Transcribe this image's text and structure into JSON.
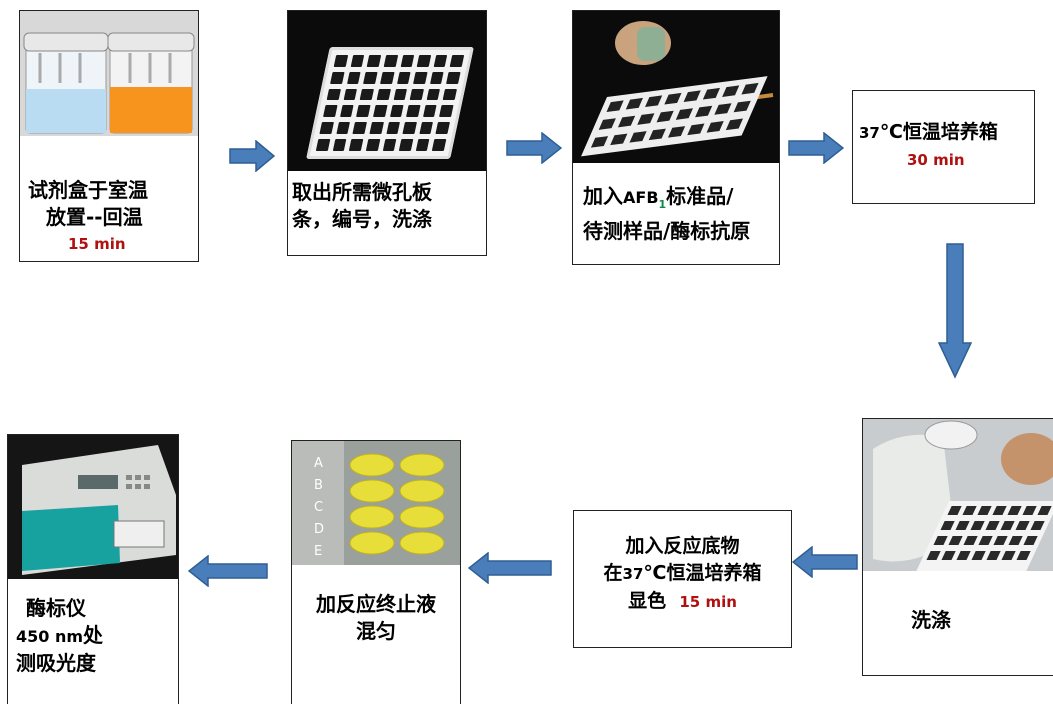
{
  "steps": [
    {
      "id": "s1",
      "line1": "试剂盒于室温",
      "line2": "放置--回温",
      "time": "15 min",
      "icon": "reagent-jars-photo"
    },
    {
      "id": "s2",
      "line1": "取出所需微孔板",
      "line2": "条，编号，洗涤",
      "icon": "microplate-photo"
    },
    {
      "id": "s3",
      "line1_pre": "加入",
      "line1_code": "AFB",
      "line1_sub": "1",
      "line1_post": "标准品/",
      "line2": "待测样品/酶标抗原",
      "icon": "pipetting-photo"
    },
    {
      "id": "s4",
      "temp": "37",
      "unit": "℃",
      "label": "恒温培养箱",
      "time": "30  min"
    },
    {
      "id": "s5",
      "label": "洗涤",
      "icon": "washing-bottle-photo"
    },
    {
      "id": "s6",
      "line1": "加入反应底物",
      "line2_pre": "在",
      "temp": "37",
      "unit": "℃",
      "line2_post": "恒温培养箱",
      "line3": "显色",
      "time": "15 min"
    },
    {
      "id": "s7",
      "line1": "加反应终止液",
      "line2": "混匀",
      "icon": "yellow-wells-photo",
      "well_letters": [
        "A",
        "B",
        "C",
        "D",
        "E"
      ]
    },
    {
      "id": "s8",
      "line1": "酶标仪",
      "line2_num": "450 nm",
      "line2_post": "处",
      "line3": "测吸光度",
      "icon": "plate-reader-photo"
    }
  ],
  "colors": {
    "arrow": "#4a7ebb",
    "arrow_stroke": "#2e5f94",
    "time": "#b01010",
    "photo_bg": "#0b0b0b"
  }
}
